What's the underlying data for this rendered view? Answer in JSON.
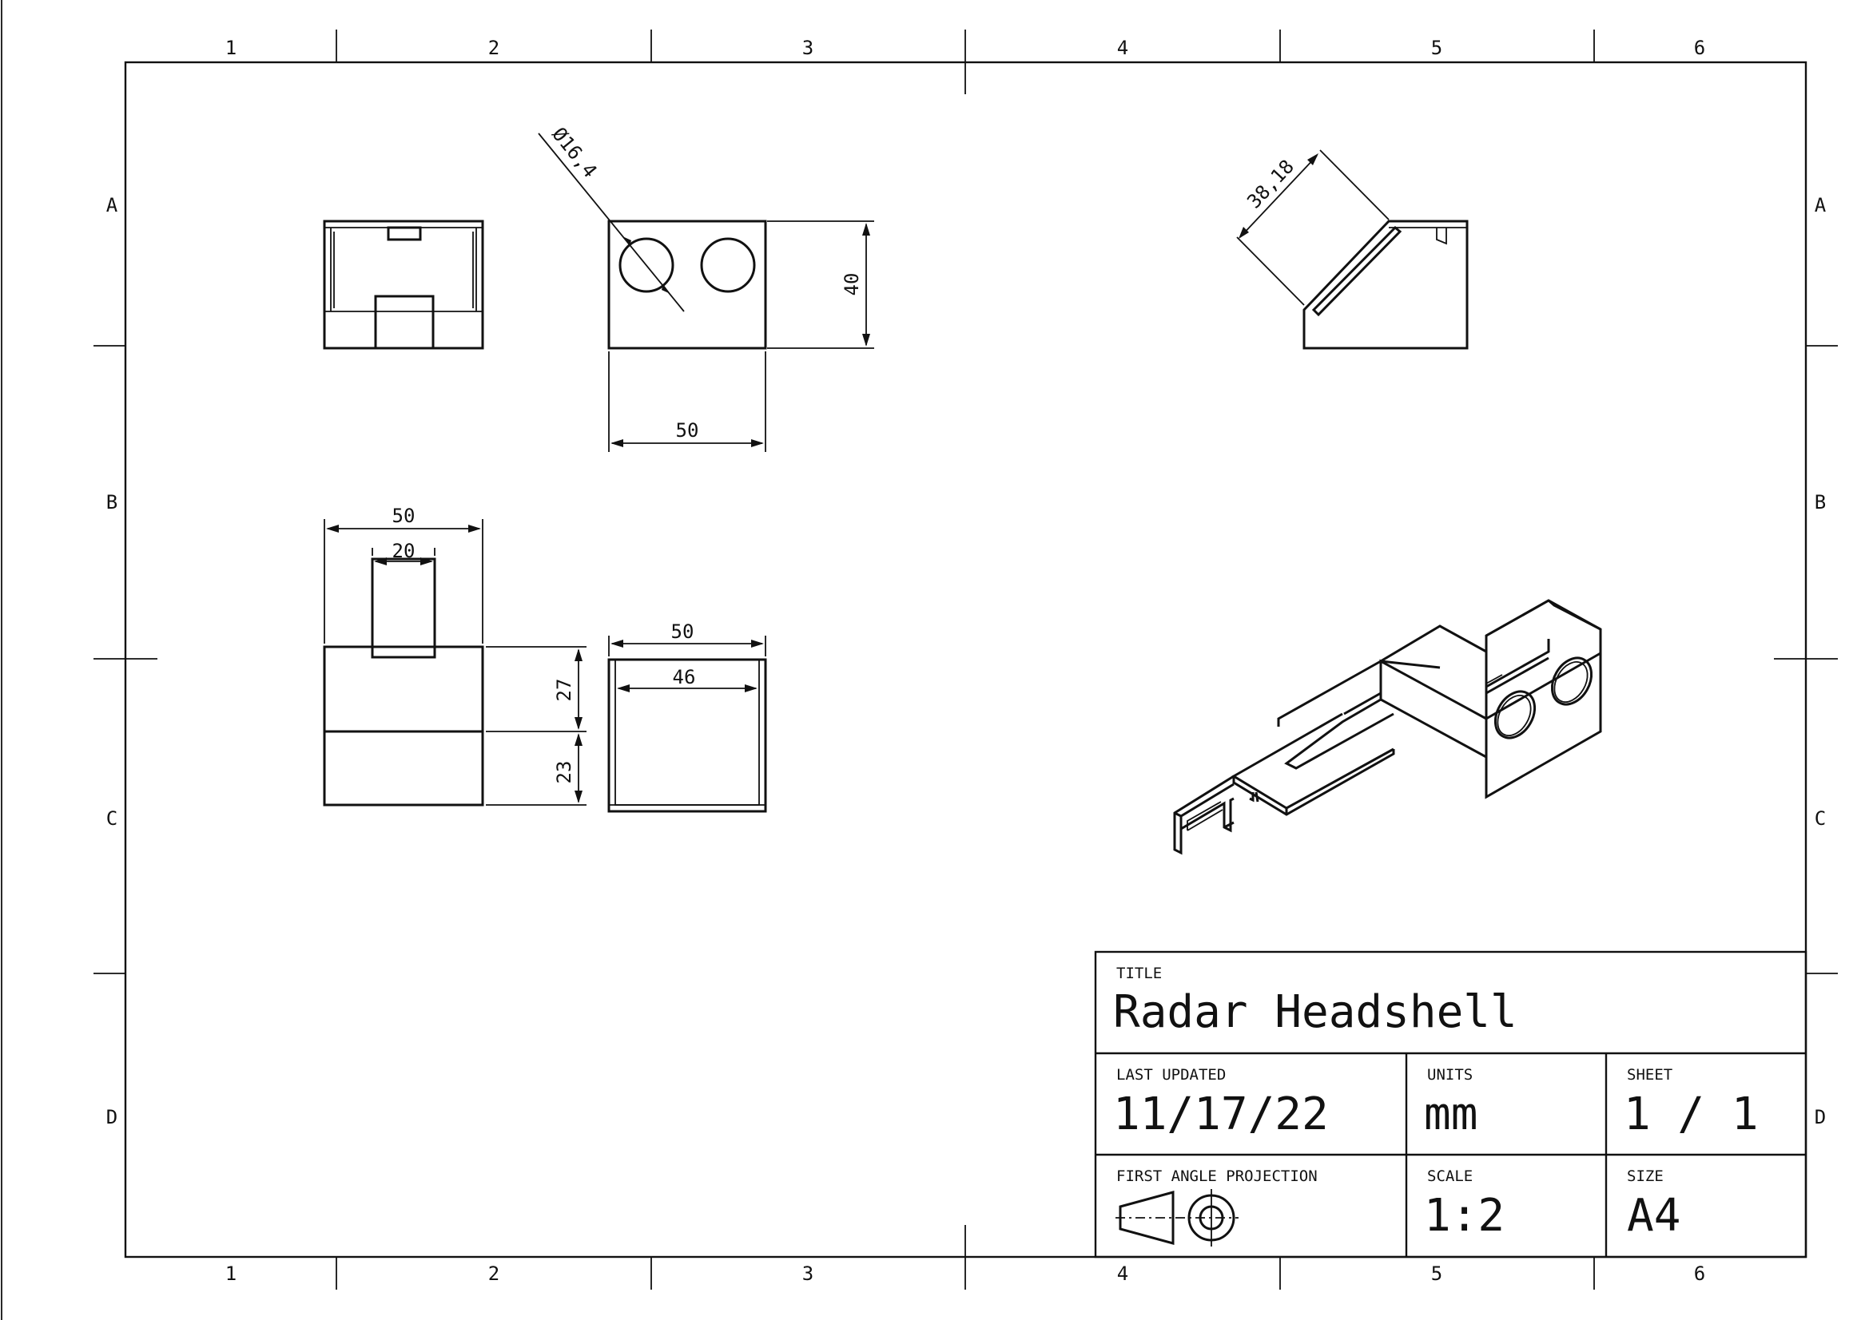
{
  "zone_columns": [
    "1",
    "2",
    "3",
    "4",
    "5",
    "6"
  ],
  "zone_rows": [
    "A",
    "B",
    "C",
    "D"
  ],
  "dimensions": {
    "hole_diameter": "Ø16,4",
    "front_height": "40",
    "front_width": "50",
    "top_width": "50",
    "top_tab_width": "20",
    "top_upper_depth": "27",
    "top_lower_depth": "23",
    "side_outer_width": "50",
    "side_inner_width": "46",
    "angled_length": "38,18"
  },
  "title_block": {
    "title_label": "TITLE",
    "title": "Radar Headshell",
    "last_updated_label": "LAST UPDATED",
    "last_updated": "11/17/22",
    "units_label": "UNITS",
    "units": "mm",
    "sheet_label": "SHEET",
    "sheet": "1 / 1",
    "projection_label": "FIRST ANGLE PROJECTION",
    "projection_symbol": "first-angle-projection-icon",
    "scale_label": "SCALE",
    "scale": "1:2",
    "size_label": "SIZE",
    "size": "A4"
  }
}
